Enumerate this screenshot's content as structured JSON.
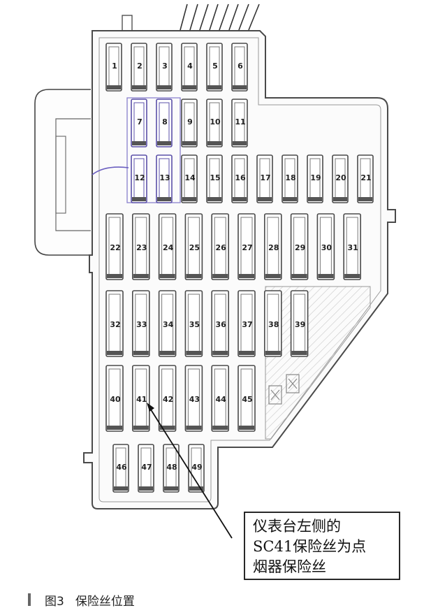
{
  "fuse_box": {
    "fuses": [
      {
        "n": "1"
      },
      {
        "n": "2"
      },
      {
        "n": "3"
      },
      {
        "n": "4"
      },
      {
        "n": "5"
      },
      {
        "n": "6"
      },
      {
        "n": "7"
      },
      {
        "n": "8"
      },
      {
        "n": "9"
      },
      {
        "n": "10"
      },
      {
        "n": "11"
      },
      {
        "n": "12"
      },
      {
        "n": "13"
      },
      {
        "n": "14"
      },
      {
        "n": "15"
      },
      {
        "n": "16"
      },
      {
        "n": "17"
      },
      {
        "n": "18"
      },
      {
        "n": "19"
      },
      {
        "n": "20"
      },
      {
        "n": "21"
      },
      {
        "n": "22"
      },
      {
        "n": "23"
      },
      {
        "n": "24"
      },
      {
        "n": "25"
      },
      {
        "n": "26"
      },
      {
        "n": "27"
      },
      {
        "n": "28"
      },
      {
        "n": "29"
      },
      {
        "n": "30"
      },
      {
        "n": "31"
      },
      {
        "n": "32"
      },
      {
        "n": "33"
      },
      {
        "n": "34"
      },
      {
        "n": "35"
      },
      {
        "n": "36"
      },
      {
        "n": "37"
      },
      {
        "n": "38"
      },
      {
        "n": "39"
      },
      {
        "n": "40"
      },
      {
        "n": "41"
      },
      {
        "n": "42"
      },
      {
        "n": "43"
      },
      {
        "n": "44"
      },
      {
        "n": "45"
      },
      {
        "n": "46"
      },
      {
        "n": "47"
      },
      {
        "n": "48"
      },
      {
        "n": "49"
      }
    ]
  },
  "callout": {
    "lines": [
      "仪表台左侧的",
      "SC41保险丝为点",
      "烟器保险丝"
    ],
    "target_fuse": "41"
  },
  "caption": {
    "figure": "图3",
    "text": "保险丝位置"
  },
  "colors": {
    "outline": "#4a4a4a",
    "highlight": "#5b50a8",
    "fuse_fill": "#ffffff",
    "box_fill": "#fbfbfb"
  }
}
